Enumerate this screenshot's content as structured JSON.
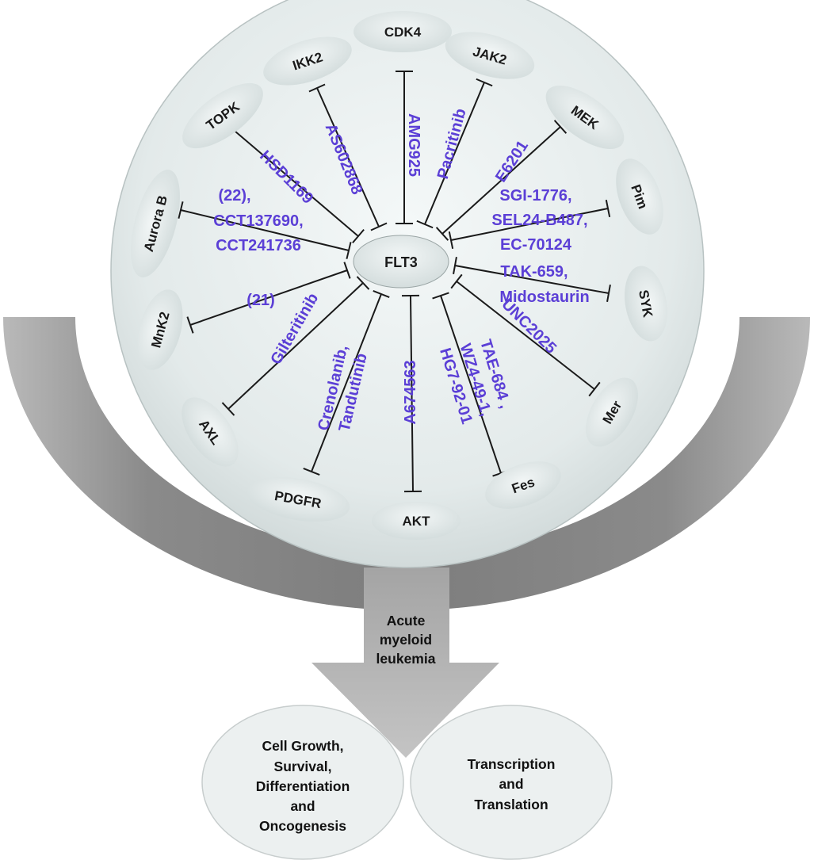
{
  "center": "FLT3",
  "kinases": {
    "cdk4": "CDK4",
    "jak2": "JAK2",
    "ikk2": "IKK2",
    "topk": "TOPK",
    "mek": "MEK",
    "aurora_b": "Aurora B",
    "pim": "Pim",
    "syk": "SYK",
    "mnk2": "MnK2",
    "mer": "Mer",
    "axl": "AXL",
    "fes": "Fes",
    "pdgfr": "PDGFR",
    "akt": "AKT"
  },
  "inhibitors": {
    "amg925": "AMG925",
    "pacritinib": "Pacritinib",
    "as602868": "AS602868",
    "hsd1169": "HSD1169",
    "e6201": "E6201",
    "aurora_group": [
      "(22),",
      "CCT137690,",
      "CCT241736"
    ],
    "pim_group": [
      "SGI-1776,",
      "SEL24-B487,",
      "EC-70124"
    ],
    "syk_group": [
      "TAK-659,",
      "Midostaurin"
    ],
    "mnk2_cpd": "(21)",
    "unc2025": "UNC2025",
    "gilteritinib": "Gilteritinib",
    "fes_group": [
      "TAE-684 ,",
      "WZ4-49-1,",
      "HG7-92-01"
    ],
    "pdgfr_group": [
      "Crenolanib,",
      "Tandutinib"
    ],
    "a674563": "A674563"
  },
  "arrow_label": [
    "Acute",
    "myeloid",
    "leukemia"
  ],
  "outcomes": {
    "left": [
      "Cell Growth,",
      "Survival,",
      "Differentiation",
      "and",
      "Oncogenesis"
    ],
    "right": [
      "Transcription",
      "and",
      "Translation"
    ]
  },
  "colors": {
    "drug_text": "#5b3fd6",
    "circle_fill": "#e4ebeb",
    "node_fill": "#dde5e5",
    "bowl": "#8f8f8f",
    "arrow": "#a9a9a9"
  }
}
